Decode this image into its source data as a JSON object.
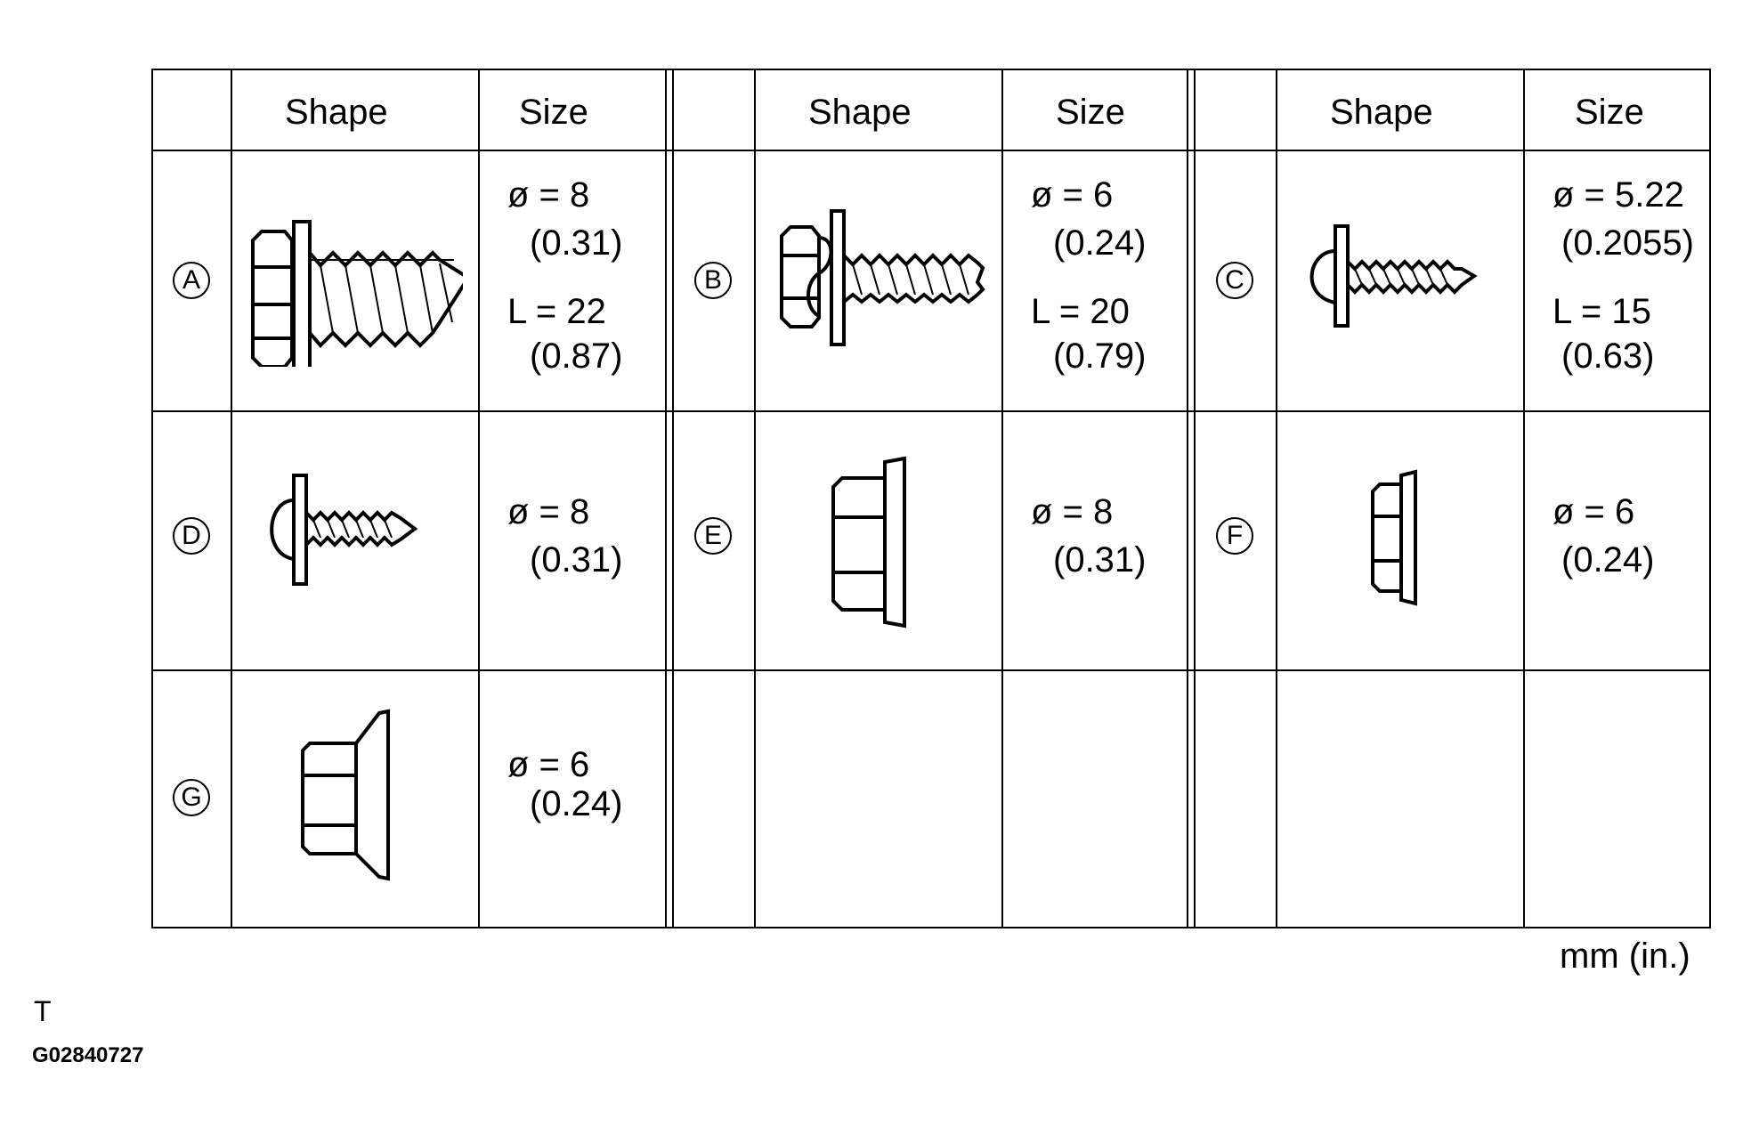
{
  "headers": {
    "g1": {
      "shape": "Shape",
      "size": "Size"
    },
    "g2": {
      "shape": "Shape",
      "size": "Size"
    },
    "g3": {
      "shape": "Shape",
      "size": "Size"
    }
  },
  "items": {
    "A": {
      "label": "A",
      "shape_icon": "hex-bolt-with-washer",
      "dia": "ø = 8",
      "dia_in": "(0.31)",
      "len": "L = 22",
      "len_in": "(0.87)"
    },
    "B": {
      "label": "B",
      "shape_icon": "hex-bolt-with-spring-washer",
      "dia": "ø = 6",
      "dia_in": "(0.24)",
      "len": "L = 20",
      "len_in": "(0.79)"
    },
    "C": {
      "label": "C",
      "shape_icon": "round-head-tapping-screw",
      "dia": "ø = 5.22",
      "dia_in": "(0.2055)",
      "len": "L = 15",
      "len_in": "(0.63)"
    },
    "D": {
      "label": "D",
      "shape_icon": "round-head-tapping-screw",
      "dia": "ø = 8",
      "dia_in": "(0.31)"
    },
    "E": {
      "label": "E",
      "shape_icon": "flange-nut",
      "dia": "ø = 8",
      "dia_in": "(0.31)"
    },
    "F": {
      "label": "F",
      "shape_icon": "flange-nut",
      "dia": "ø = 6",
      "dia_in": "(0.24)"
    },
    "G": {
      "label": "G",
      "shape_icon": "flange-nut-conical",
      "dia": "ø = 6",
      "dia_in": "(0.24)"
    }
  },
  "unit_note": "mm (in.)",
  "corner_mark": "T",
  "figure_code": "G02840727"
}
